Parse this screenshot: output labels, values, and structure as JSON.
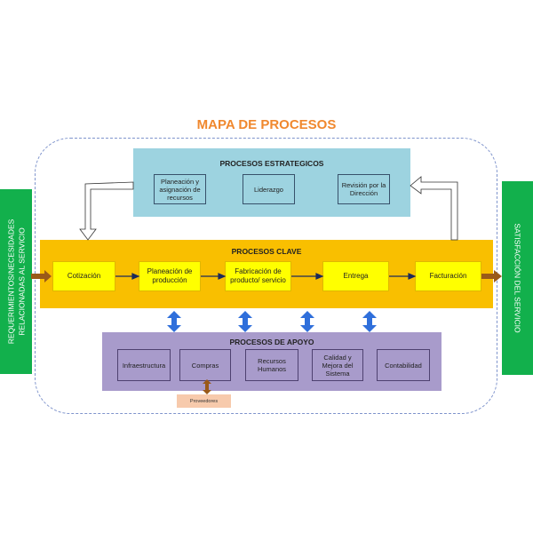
{
  "title": "MAPA DE PROCESOS",
  "input_label": [
    "REQUERIMIENTOS/NECESIDADES",
    "RELACIONADAS AL SERVICIO"
  ],
  "output_label": "SATISFACCIÓN DEL SERVICIO",
  "strategic": {
    "title": "PROCESOS ESTRATEGICOS",
    "items": [
      "Planeación y asignación de recursos",
      "Liderazgo",
      "Revisión por la Dirección"
    ]
  },
  "key": {
    "title": "PROCESOS CLAVE",
    "items": [
      "Cotización",
      "Planeación de producción",
      "Fabricación de producto/ servicio",
      "Entrega",
      "Facturación"
    ]
  },
  "support": {
    "title": "PROCESOS DE APOYO",
    "items": [
      "Infraestructura",
      "Compras",
      "Recursos Humanos",
      "Calidad y Mejora del Sistema",
      "Contabilidad"
    ]
  },
  "supplier": "Proveedores",
  "colors": {
    "title": "#f0882e",
    "input_output": "#12b04c",
    "strategic": "#9dd3e0",
    "key_panel": "#f9bf00",
    "key_item": "#ffff00",
    "support": "#a89bcb",
    "supplier": "#f7caac",
    "double_arrow": "#2f6fdb",
    "flow_arrow": "#9a5a19"
  }
}
